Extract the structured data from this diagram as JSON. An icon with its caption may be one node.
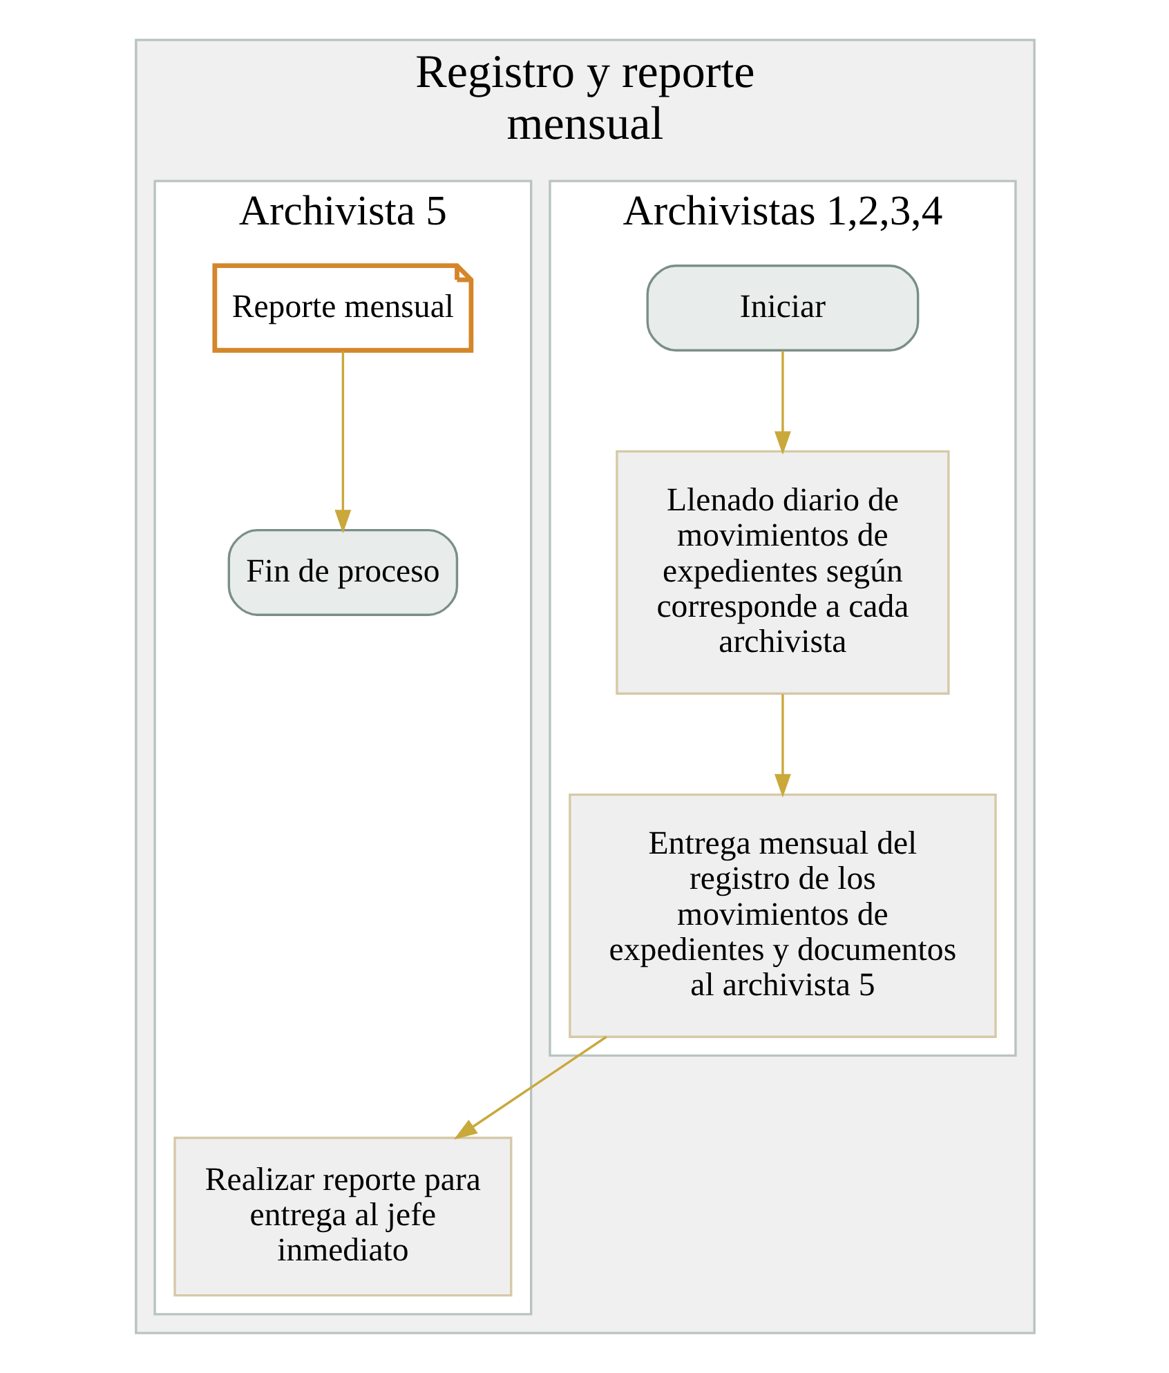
{
  "diagram": {
    "nodes": [
      {
        "text": [
          "Registro y reporte mensual"
        ]
      },
      {
        "text": [
          "Archivistas 1,2,3,4"
        ],
        "in": 0
      },
      {
        "text": [
          "Archivista 5"
        ],
        "in": 0
      },
      {
        "text": [
          "Iniciar"
        ],
        "in": 1
      },
      {
        "text": [
          "Llenado diario de movimientos de expedientes según corresponde a cada archivista"
        ],
        "in": 1
      },
      {
        "text": [
          "Entrega mensual del registro de los movimientos de expedientes y documentos al archivista 5"
        ],
        "in": 1
      },
      {
        "text": [
          "Realizar reporte para entrega al jefe inmediato"
        ],
        "in": 2
      },
      {
        "text": [
          "Reporte mensual"
        ],
        "in": 2
      },
      {
        "text": [
          "Fin de proceso"
        ],
        "in": 2
      }
    ],
    "edges": [
      {
        "from": 3,
        "to": 4,
        "arrow": "to"
      },
      {
        "from": 4,
        "to": 5,
        "arrow": "to"
      },
      {
        "from": 5,
        "to": 6,
        "arrow": "to"
      },
      {
        "from": 7,
        "to": 8,
        "arrow": "to"
      }
    ]
  }
}
